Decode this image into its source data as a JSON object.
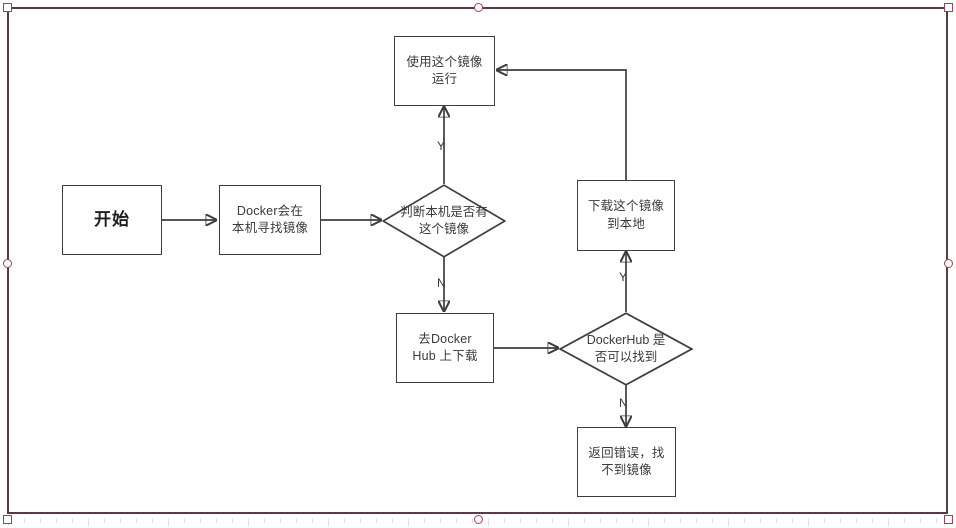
{
  "document": {
    "kind": "flowchart",
    "title": "Docker 镜像拉取流程图",
    "canvas_bg": "#ffffff",
    "shape_stroke": "#3d3d3d",
    "text_color": "#3b3b3b",
    "selection_color": "#5d3a3f",
    "handle_color": "#9d4452"
  },
  "nodes": {
    "start": {
      "label": "开始",
      "shape": "rect"
    },
    "search_local": {
      "label": "Docker会在\n本机寻找镜像",
      "shape": "rect"
    },
    "has_local": {
      "label": "判断本机是否有\n这个镜像",
      "shape": "diamond"
    },
    "run_image": {
      "label": "使用这个镜像\n运行",
      "shape": "rect"
    },
    "go_hub": {
      "label": "去Docker\nHub 上下载",
      "shape": "rect"
    },
    "hub_found": {
      "label": "DockerHub 是\n否可以找到",
      "shape": "diamond"
    },
    "download": {
      "label": "下载这个镜像\n到本地",
      "shape": "rect"
    },
    "error": {
      "label": "返回错误，找\n不到镜像",
      "shape": "rect"
    }
  },
  "edge_labels": {
    "has_local_yes": "Y",
    "has_local_no": "N",
    "hub_found_yes": "Y",
    "hub_found_no": "N"
  },
  "flow": [
    {
      "from": "start",
      "to": "search_local",
      "label": ""
    },
    {
      "from": "search_local",
      "to": "has_local",
      "label": ""
    },
    {
      "from": "has_local",
      "to": "run_image",
      "label": "Y"
    },
    {
      "from": "has_local",
      "to": "go_hub",
      "label": "N"
    },
    {
      "from": "go_hub",
      "to": "hub_found",
      "label": ""
    },
    {
      "from": "hub_found",
      "to": "download",
      "label": "Y"
    },
    {
      "from": "hub_found",
      "to": "error",
      "label": "N"
    },
    {
      "from": "download",
      "to": "run_image",
      "label": ""
    }
  ]
}
